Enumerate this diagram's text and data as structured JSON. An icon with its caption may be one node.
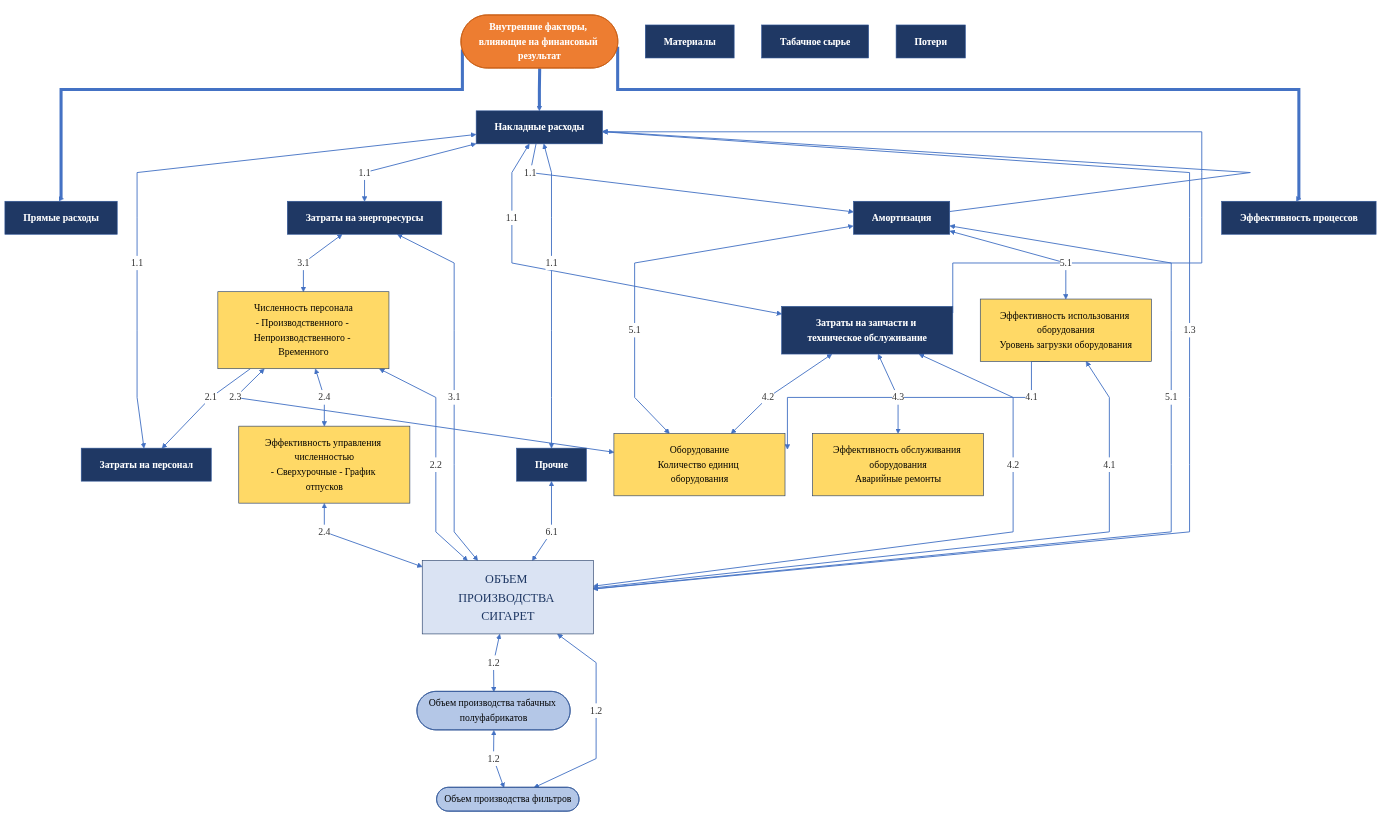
{
  "diagram": {
    "nodes": [
      {
        "text": [
          "Внутренние факторы, влияющие на финансовый результат"
        ]
      },
      {
        "text": [
          "Прямые расходы"
        ]
      },
      {
        "text": [
          "Накладные расходы"
        ]
      },
      {
        "text": [
          "Эффективность процессов"
        ]
      },
      {
        "text": [
          "Материалы"
        ]
      },
      {
        "text": [
          "Табачное сырье"
        ]
      },
      {
        "text": [
          "Потери"
        ]
      },
      {
        "text": [
          "Затраты на персонал"
        ]
      },
      {
        "text": [
          "Затраты на энергоресурсы"
        ]
      },
      {
        "text": [
          "Затраты на запчасти и техническое обслуживание"
        ]
      },
      {
        "text": [
          "Амортизация"
        ]
      },
      {
        "text": [
          "Прочие"
        ]
      },
      {
        "text": [
          "Численность персонала",
          "- Производственного - Непроизводственного - Временного"
        ]
      },
      {
        "text": [
          "Оборудование",
          "Количество единиц оборудования"
        ]
      },
      {
        "text": [
          "Эффективность обслуживания оборудования",
          "Аварийные ремонты"
        ]
      },
      {
        "text": [
          "Эффективность управления численностью",
          "- Сверхурочные - График отпусков"
        ]
      },
      {
        "text": [
          "Эффективность использования оборудования",
          "Уровень загрузки оборудования"
        ]
      },
      {
        "text": [
          "ОБЪЕМ ПРОИЗВОДСТВА СИГАРЕТ"
        ]
      },
      {
        "text": [
          "Объем производства табачных полуфабрикатов"
        ]
      },
      {
        "text": [
          "Объем производства фильтров"
        ]
      }
    ],
    "edges": [
      {
        "from": 0,
        "to": 1,
        "arrow": "to",
        "style": "thick"
      },
      {
        "from": 0,
        "to": 2,
        "arrow": "to",
        "style": "thick"
      },
      {
        "from": 0,
        "to": 3,
        "arrow": "to",
        "style": "thick"
      },
      {
        "from": 2,
        "to": 7,
        "arrow": "both",
        "label": "1.1"
      },
      {
        "from": 2,
        "to": 8,
        "arrow": "both",
        "label": "1.1"
      },
      {
        "from": 2,
        "to": 9,
        "arrow": "both",
        "label": "1.1"
      },
      {
        "from": 9,
        "to": 2,
        "arrow": "to"
      },
      {
        "from": 2,
        "to": 10,
        "arrow": "to",
        "label": "1.1"
      },
      {
        "from": 10,
        "to": 2,
        "arrow": "to"
      },
      {
        "from": 2,
        "to": 11,
        "arrow": "both",
        "label": "1.1"
      },
      {
        "from": 2,
        "to": 17,
        "arrow": "both",
        "label": "1.3"
      },
      {
        "from": 12,
        "to": 7,
        "arrow": "to",
        "label": "2.1"
      },
      {
        "from": 8,
        "to": 12,
        "arrow": "both",
        "label": "3.1"
      },
      {
        "from": 8,
        "to": 17,
        "arrow": "both",
        "label": "3.1"
      },
      {
        "from": 12,
        "to": 13,
        "arrow": "both",
        "label": "2.3"
      },
      {
        "from": 9,
        "to": 13,
        "arrow": "both",
        "label": "4.2"
      },
      {
        "from": 9,
        "to": 14,
        "arrow": "both",
        "label": "4.3"
      },
      {
        "from": 9,
        "to": 17,
        "arrow": "both",
        "label": "4.2"
      },
      {
        "from": 10,
        "to": 13,
        "arrow": "both",
        "label": "5.1"
      },
      {
        "from": 10,
        "to": 16,
        "arrow": "both",
        "label": "5.1"
      },
      {
        "from": 10,
        "to": 17,
        "arrow": "both",
        "label": "5.1"
      },
      {
        "from": 11,
        "to": 17,
        "arrow": "both",
        "label": "6.1"
      },
      {
        "from": 12,
        "to": 15,
        "arrow": "both",
        "label": "2.4"
      },
      {
        "from": 12,
        "to": 17,
        "arrow": "both",
        "label": "2.2"
      },
      {
        "from": 15,
        "to": 17,
        "arrow": "both",
        "label": "2.4"
      },
      {
        "from": 16,
        "to": 13,
        "arrow": "to",
        "label": "4.1"
      },
      {
        "from": 16,
        "to": 17,
        "arrow": "both",
        "label": "4.1"
      },
      {
        "from": 17,
        "to": 18,
        "arrow": "both",
        "label": "1.2"
      },
      {
        "from": 17,
        "to": 19,
        "arrow": "both",
        "label": "1.2"
      },
      {
        "from": 18,
        "to": 19,
        "arrow": "both",
        "label": "1.2"
      }
    ]
  }
}
